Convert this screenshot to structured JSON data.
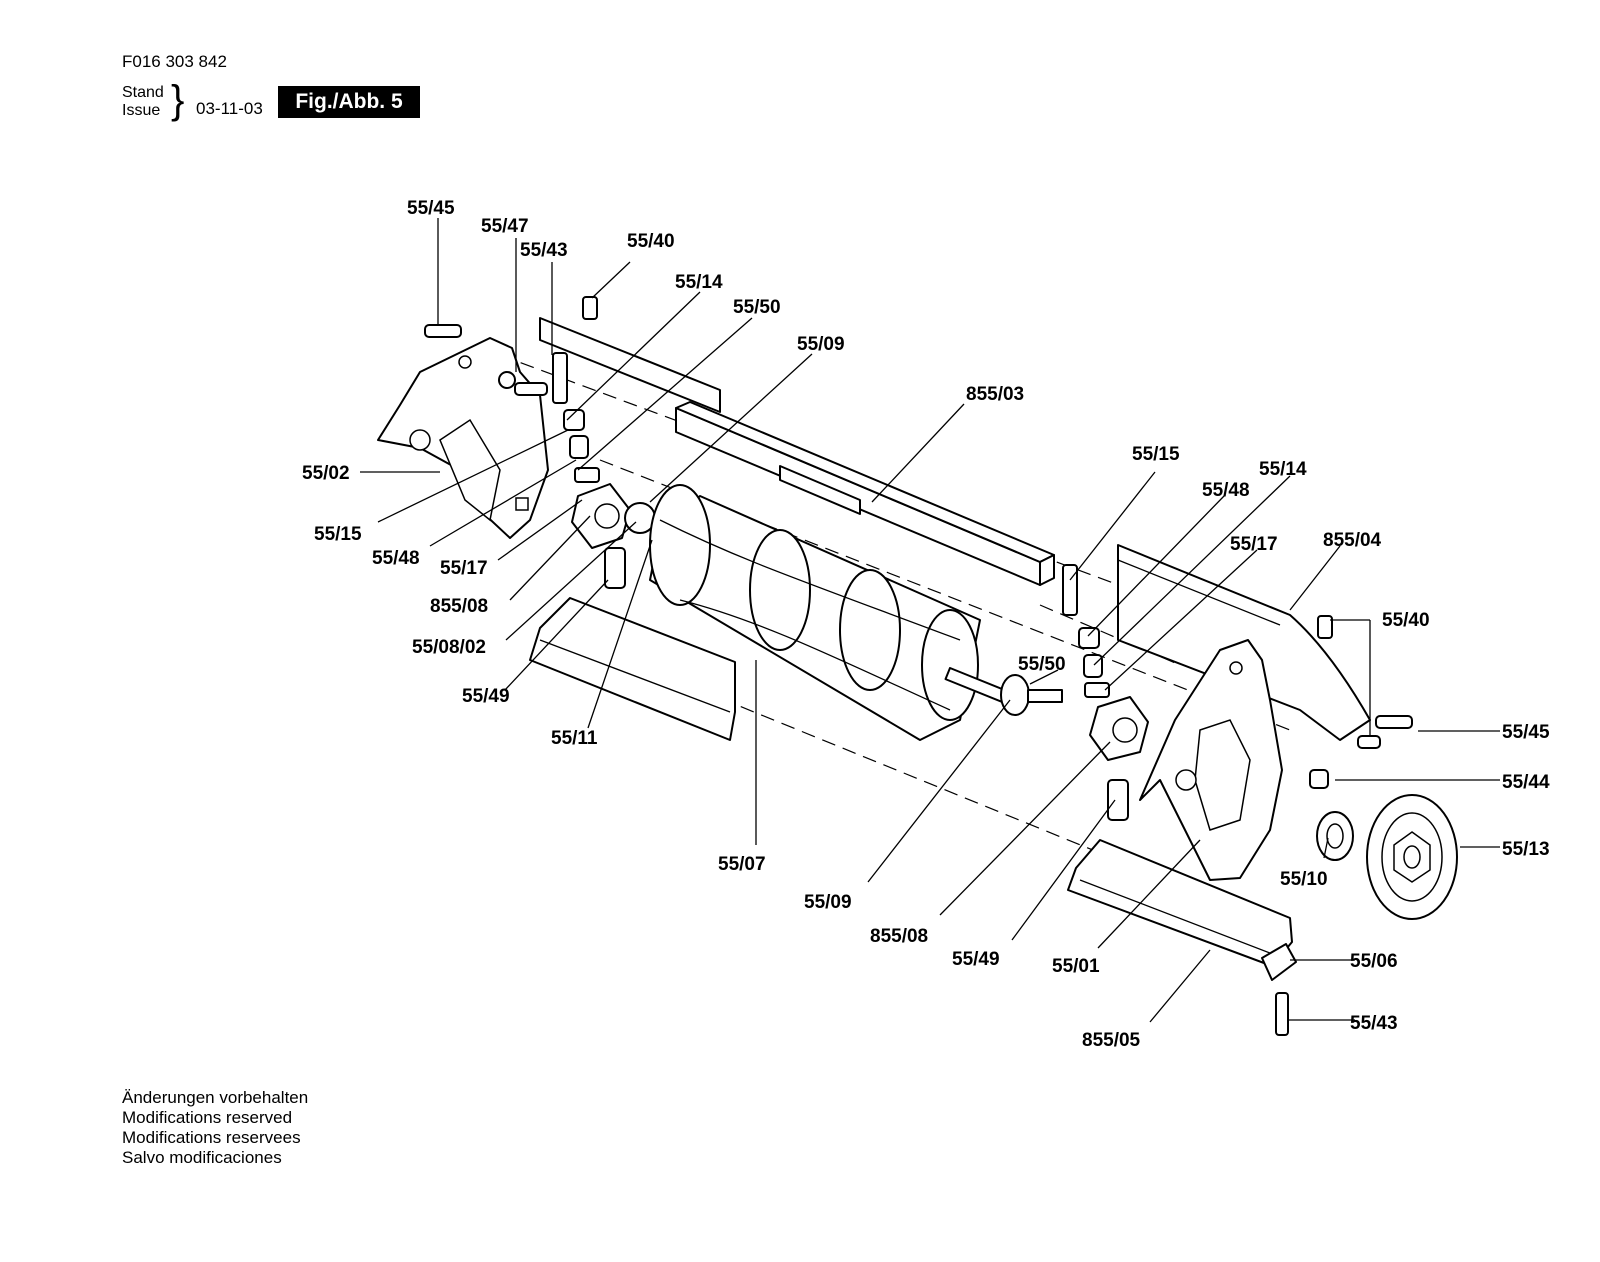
{
  "header": {
    "doc_number": "F016 303 842",
    "stand_label": "Stand",
    "issue_label": "Issue",
    "brace": "}",
    "issue_date": "03-11-03",
    "figure_label": "Fig./Abb. 5"
  },
  "callouts": [
    {
      "id": "c1",
      "text": "55/45"
    },
    {
      "id": "c2",
      "text": "55/47"
    },
    {
      "id": "c3",
      "text": "55/43"
    },
    {
      "id": "c4",
      "text": "55/40"
    },
    {
      "id": "c5",
      "text": "55/14"
    },
    {
      "id": "c6",
      "text": "55/50"
    },
    {
      "id": "c7",
      "text": "55/09"
    },
    {
      "id": "c8",
      "text": "855/03"
    },
    {
      "id": "c9",
      "text": "55/02"
    },
    {
      "id": "c10",
      "text": "55/15"
    },
    {
      "id": "c11",
      "text": "55/48"
    },
    {
      "id": "c12",
      "text": "55/17"
    },
    {
      "id": "c13",
      "text": "855/08"
    },
    {
      "id": "c14",
      "text": "55/08/02"
    },
    {
      "id": "c15",
      "text": "55/49"
    },
    {
      "id": "c16",
      "text": "55/11"
    },
    {
      "id": "c17",
      "text": "55/07"
    },
    {
      "id": "c18",
      "text": "55/15"
    },
    {
      "id": "c19",
      "text": "55/48"
    },
    {
      "id": "c20",
      "text": "55/14"
    },
    {
      "id": "c21",
      "text": "55/17"
    },
    {
      "id": "c22",
      "text": "855/04"
    },
    {
      "id": "c23",
      "text": "55/40"
    },
    {
      "id": "c24",
      "text": "55/50"
    },
    {
      "id": "c25",
      "text": "55/45"
    },
    {
      "id": "c26",
      "text": "55/44"
    },
    {
      "id": "c27",
      "text": "55/13"
    },
    {
      "id": "c28",
      "text": "55/10"
    },
    {
      "id": "c29",
      "text": "55/09"
    },
    {
      "id": "c30",
      "text": "855/08"
    },
    {
      "id": "c31",
      "text": "55/49"
    },
    {
      "id": "c32",
      "text": "55/01"
    },
    {
      "id": "c33",
      "text": "55/06"
    },
    {
      "id": "c34",
      "text": "55/43"
    },
    {
      "id": "c35",
      "text": "855/05"
    }
  ],
  "footer": {
    "de": "Änderungen vorbehalten",
    "en": "Modifications reserved",
    "fr": "Modifications reservees",
    "es": "Salvo modificaciones"
  }
}
